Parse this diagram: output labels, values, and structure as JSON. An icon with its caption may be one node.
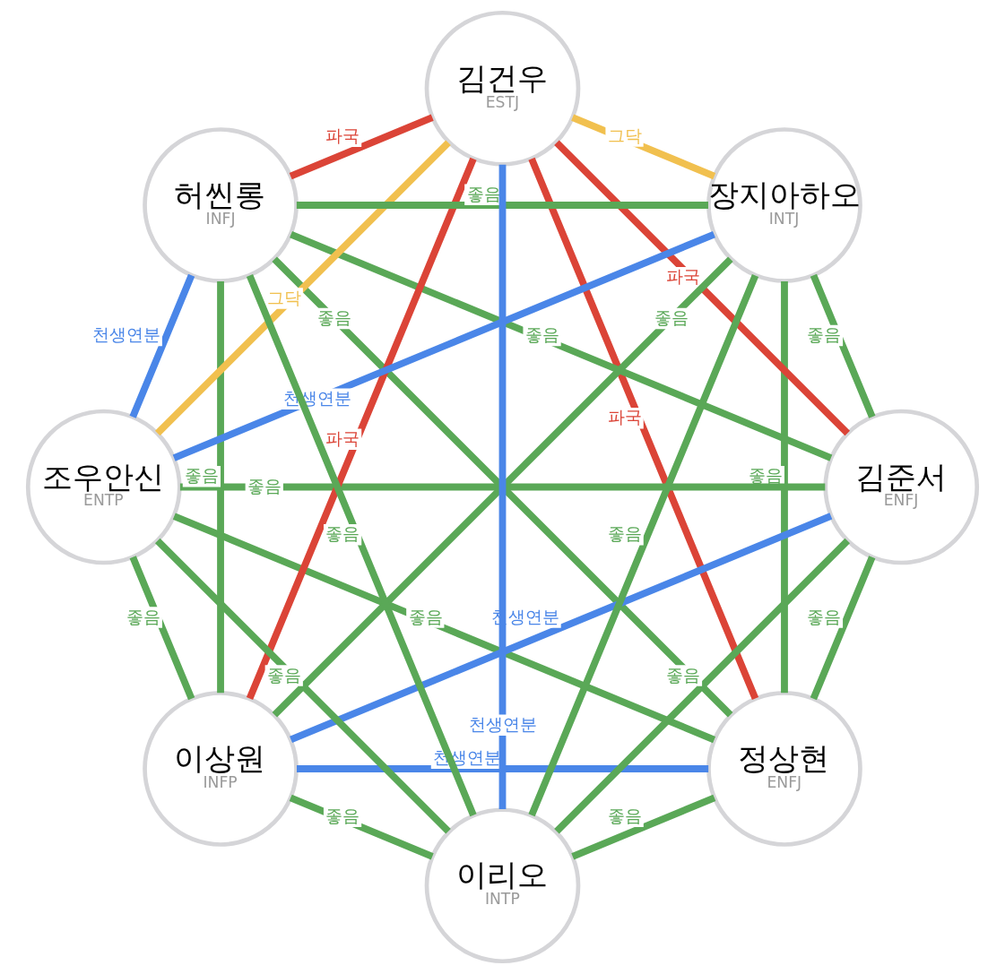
{
  "diagram": {
    "nodes": [
      {
        "text": [
          "정상현",
          "ENFJ"
        ]
      },
      {
        "text": [
          "김준서",
          "ENFJ"
        ]
      },
      {
        "text": [
          "이상원",
          "INFP"
        ]
      },
      {
        "text": [
          "조우안신",
          "ENTP"
        ]
      },
      {
        "text": [
          "허씬롱",
          "INFJ"
        ]
      },
      {
        "text": [
          "김건우",
          "ESTJ"
        ]
      },
      {
        "text": [
          "장지아하오",
          "INTJ"
        ]
      },
      {
        "text": [
          "이리오",
          "INTP"
        ]
      }
    ],
    "edges": [
      {
        "from": 0,
        "to": 1,
        "arrow": "none",
        "label": "좋음"
      },
      {
        "from": 0,
        "to": 2,
        "arrow": "none",
        "label": "천생연분",
        "color": "#4a86e8"
      },
      {
        "from": 0,
        "to": 3,
        "arrow": "none",
        "label": "좋음"
      },
      {
        "from": 0,
        "to": 4,
        "arrow": "none",
        "label": "좋음"
      },
      {
        "from": 0,
        "to": 5,
        "arrow": "none",
        "label": "파국",
        "color": "#db4437"
      },
      {
        "from": 0,
        "to": 6,
        "arrow": "none",
        "label": "좋음"
      },
      {
        "from": 0,
        "to": 7,
        "arrow": "none",
        "label": "좋음"
      },
      {
        "from": 1,
        "to": 2,
        "arrow": "none",
        "label": "천생연분",
        "color": "#4a86e8"
      },
      {
        "from": 1,
        "to": 3,
        "arrow": "none",
        "label": "좋음"
      },
      {
        "from": 1,
        "to": 4,
        "arrow": "none",
        "label": "좋음"
      },
      {
        "from": 1,
        "to": 5,
        "arrow": "none",
        "label": "파국",
        "color": "#db4437"
      },
      {
        "from": 1,
        "to": 6,
        "arrow": "none",
        "label": "좋음"
      },
      {
        "from": 1,
        "to": 7,
        "arrow": "none",
        "label": "좋음"
      },
      {
        "from": 2,
        "to": 3,
        "arrow": "none",
        "label": "좋음"
      },
      {
        "from": 2,
        "to": 4,
        "arrow": "none",
        "label": "좋음"
      },
      {
        "from": 2,
        "to": 5,
        "arrow": "none",
        "label": "파국",
        "color": "#db4437"
      },
      {
        "from": 2,
        "to": 6,
        "arrow": "none",
        "label": "좋음"
      },
      {
        "from": 2,
        "to": 7,
        "arrow": "none",
        "label": "좋음"
      },
      {
        "from": 3,
        "to": 4,
        "arrow": "none",
        "label": "천생연분",
        "color": "#4a86e8"
      },
      {
        "from": 3,
        "to": 5,
        "arrow": "none",
        "label": "그닥",
        "color": "#f1c04f"
      },
      {
        "from": 3,
        "to": 6,
        "arrow": "none",
        "label": "천생연분",
        "color": "#4a86e8"
      },
      {
        "from": 3,
        "to": 7,
        "arrow": "none",
        "label": "좋음"
      },
      {
        "from": 4,
        "to": 5,
        "arrow": "none",
        "label": "파국",
        "color": "#db4437"
      },
      {
        "from": 4,
        "to": 6,
        "arrow": "none",
        "label": "좋음"
      },
      {
        "from": 4,
        "to": 7,
        "arrow": "none",
        "label": "좋음"
      },
      {
        "from": 5,
        "to": 6,
        "arrow": "none",
        "label": "그닥",
        "color": "#f1c04f"
      },
      {
        "from": 5,
        "to": 7,
        "arrow": "none",
        "label": "천생연분",
        "color": "#4a86e8"
      },
      {
        "from": 6,
        "to": 7,
        "arrow": "none",
        "label": "좋음"
      }
    ]
  }
}
